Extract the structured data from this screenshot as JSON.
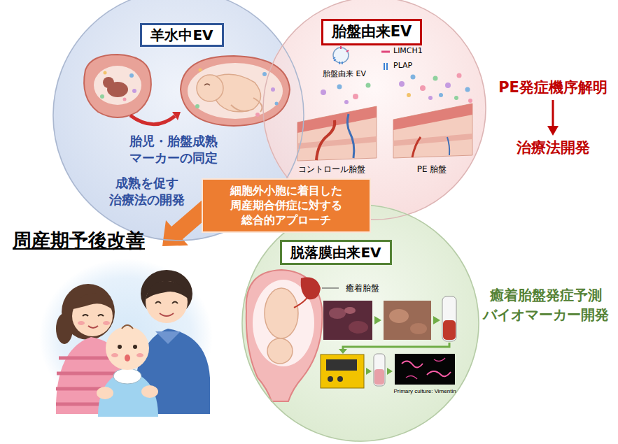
{
  "diagram": {
    "nodes": [
      {
        "text": [
          "胎児・胎盤成熟 マーカーの同定",
          "成熟を促す 治療法の開発"
        ]
      },
      {
        "text": [
          "羊水中EV"
        ],
        "in": 0
      },
      {
        "text": [
          "胎盤由来 EV",
          "コントロール胎盤",
          "PE 胎盤"
        ]
      },
      {
        "text": [
          "胎盤由来EV"
        ],
        "in": 2
      },
      {
        "text": [
          "細胞外小胞に着目した 周産期合併症に対する 総合的アプローチ"
        ]
      },
      {
        "text": [
          "癒着胎盤",
          "Primary culture: Vimentin"
        ]
      },
      {
        "text": [
          "脱落膜由来EV"
        ],
        "in": 5
      }
    ],
    "labels": [
      "PE発症機序解明",
      "治療法開発",
      "癒着胎盤発症予測 バイオマーカー開発",
      "周産期予後改善"
    ],
    "legend": [
      {
        "text": "LIMCH1"
      },
      {
        "text": "PLAP"
      }
    ]
  }
}
